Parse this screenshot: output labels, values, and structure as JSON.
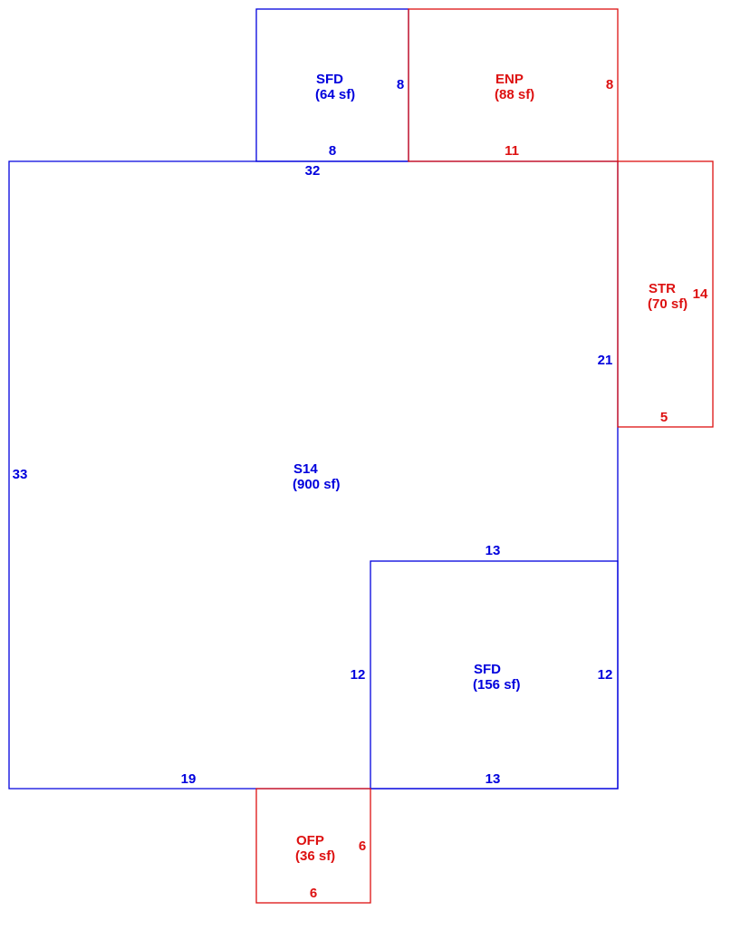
{
  "colors": {
    "living": "#0000dd",
    "exterior": "#dd1111"
  },
  "areas": {
    "s14": {
      "code": "S14",
      "area": "(900 sf)",
      "color": "living"
    },
    "sfd_top": {
      "code": "SFD",
      "area": "(64 sf)",
      "color": "living"
    },
    "enp": {
      "code": "ENP",
      "area": "(88 sf)",
      "color": "exterior"
    },
    "str": {
      "code": "STR",
      "area": "(70 sf)",
      "color": "exterior"
    },
    "sfd_bottom": {
      "code": "SFD",
      "area": "(156 sf)",
      "color": "living"
    },
    "ofp": {
      "code": "OFP",
      "area": "(36 sf)",
      "color": "exterior"
    }
  },
  "dimensions": {
    "s14_top": "32",
    "s14_left": "33",
    "s14_right": "21",
    "s14_bottom": "19",
    "sfd_top_side": "8",
    "sfd_top_bottom": "8",
    "enp_side": "8",
    "enp_bottom": "11",
    "str_side": "14",
    "str_bottom": "5",
    "sfd_bottom_top": "13",
    "sfd_bottom_left": "12",
    "sfd_bottom_right": "12",
    "sfd_bottom_bottom": "13",
    "ofp_side": "6",
    "ofp_bottom": "6"
  }
}
